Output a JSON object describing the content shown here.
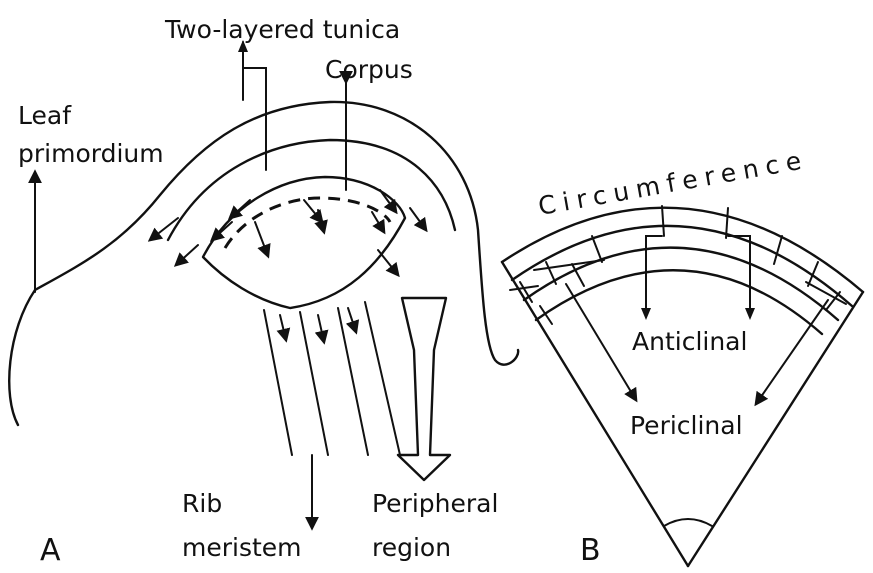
{
  "panel_a": {
    "letter": "A",
    "labels": {
      "two_layered_tunica": "Two-layered tunica",
      "corpus": "Corpus",
      "leaf_primordium_line1": "Leaf",
      "leaf_primordium_line2": "primordium",
      "rib_meristem_line1": "Rib",
      "rib_meristem_line2": "meristem",
      "peripheral_region_line1": "Peripheral",
      "peripheral_region_line2": "region"
    }
  },
  "panel_b": {
    "letter": "B",
    "labels": {
      "circumference": "Circumference",
      "anticlinal": "Anticlinal",
      "periclinal": "Periclinal"
    }
  }
}
